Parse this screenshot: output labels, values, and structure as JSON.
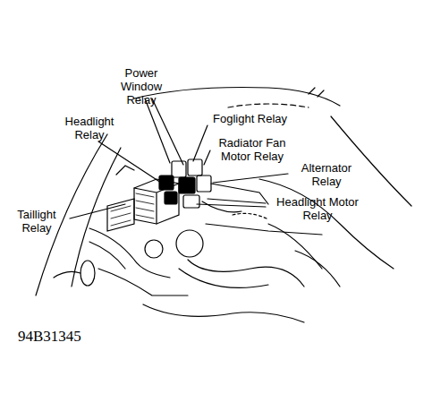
{
  "diagram": {
    "labels": [
      "Power Window Relay",
      "Headlight Relay",
      "Foglight Relay",
      "Radiator Fan Motor Relay",
      "Alternator Relay",
      "Headlight Motor Relay",
      "Taillight Relay",
      "94B31345"
    ]
  }
}
